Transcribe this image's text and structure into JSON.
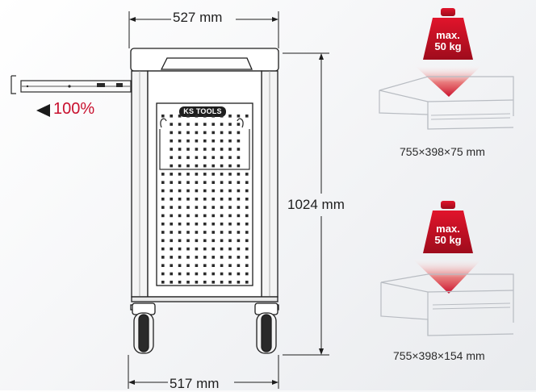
{
  "dimensions": {
    "top_width": "527 mm",
    "bottom_width": "517 mm",
    "height": "1024 mm"
  },
  "drawer_extension": "100%",
  "drawers": [
    {
      "max_label": "max.",
      "max_load": "50 kg",
      "size": "755×398×75 mm"
    },
    {
      "max_label": "max.",
      "max_load": "50 kg",
      "size": "755×398×154 mm"
    }
  ],
  "brand_logo_text": "KS TOOLS",
  "colors": {
    "accent_red": "#c8102e",
    "line_dark": "#1e1e1e",
    "drawer_line": "#b8bcc2"
  },
  "icons": [
    "arrow-left-icon",
    "weight-icon",
    "arrow-down-icon",
    "caster-wheel-icon"
  ]
}
